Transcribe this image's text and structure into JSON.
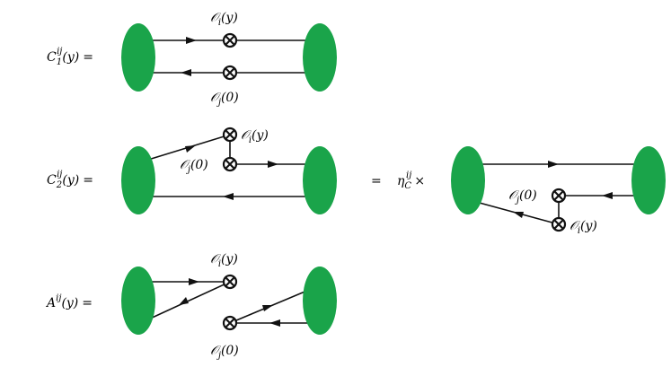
{
  "colors": {
    "blob": "#1aa44a",
    "ink": "#111111"
  },
  "labels": {
    "c1_lhs": "C1ij(y) =",
    "c2_lhs": "C2ij(y) =",
    "a_lhs": "Aij(y) =",
    "eq": "=",
    "eta_factor": "ηCij ×",
    "O_i_y": "𝒪i(y)",
    "O_j_0": "𝒪j(0)"
  }
}
